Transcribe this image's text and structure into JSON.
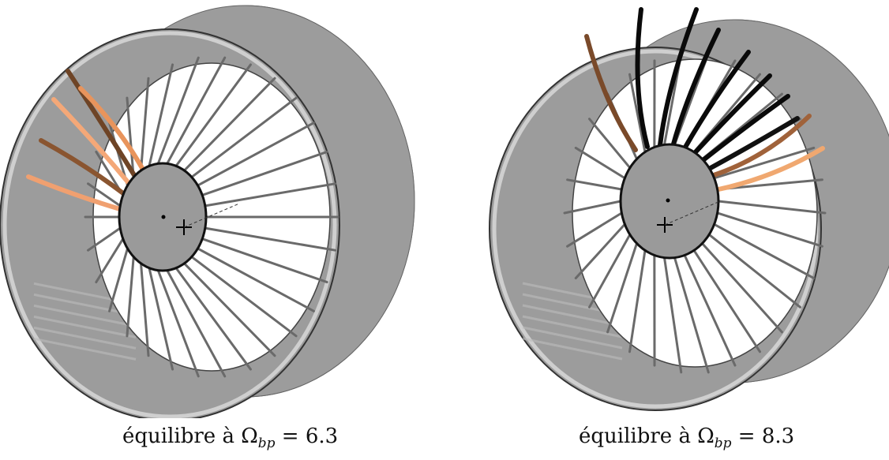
{
  "panels": [
    {
      "caption_prefix": "équilibre à ",
      "symbol": "Ω",
      "subscript": "bp",
      "caption_suffix": " = 6.3",
      "colors": {
        "drum": "#9c9c9c",
        "drum_dark": "#8a8a8a",
        "rim": "#cfcfcf",
        "hub": "#9a9a9a",
        "spoke": "#6a6a6a",
        "deformed": [
          "#f0a070",
          "#8a5530",
          "#f4a878",
          "#6e4426",
          "#e8945c"
        ]
      }
    },
    {
      "caption_prefix": "équilibre à ",
      "symbol": "Ω",
      "subscript": "bp",
      "caption_suffix": " = 8.3",
      "colors": {
        "drum": "#9c9c9c",
        "drum_dark": "#8a8a8a",
        "rim": "#cfcfcf",
        "hub": "#9a9a9a",
        "spoke": "#6a6a6a",
        "deformed": [
          "#7a4a2a",
          "#0a0a0a",
          "#0a0a0a",
          "#0a0a0a",
          "#0a0a0a",
          "#0a0a0a",
          "#0a0a0a",
          "#111111",
          "#a0623a",
          "#f0a870"
        ]
      }
    }
  ]
}
